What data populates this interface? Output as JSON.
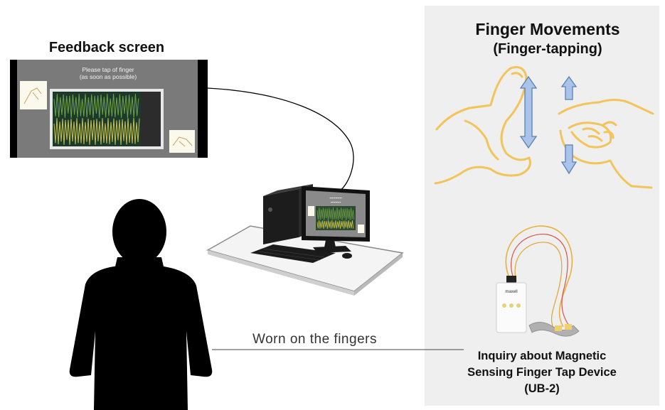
{
  "feedback_screen": {
    "title": "Feedback screen",
    "instruction_line1": "Please tap of finger",
    "instruction_line2": "(as soon as possible)"
  },
  "finger_movements": {
    "title": "Finger Movements",
    "subtitle": "(Finger-tapping)"
  },
  "worn_label": "Worn on the fingers",
  "device": {
    "line1": "Inquiry about Magnetic",
    "line2": "Sensing Finger Tap Device",
    "line3": "(UB-2)",
    "brand": "maxell"
  },
  "colors": {
    "panel": "#efefef",
    "hand_outline": "#f2c45a",
    "arrow_fill": "#a9c4e8",
    "arrow_stroke": "#5a7fb5",
    "silhouette": "#000000",
    "screen_bg": "#7a7a7a",
    "wave_green": "#6fa04a",
    "wave_yellow": "#c9c24a"
  }
}
